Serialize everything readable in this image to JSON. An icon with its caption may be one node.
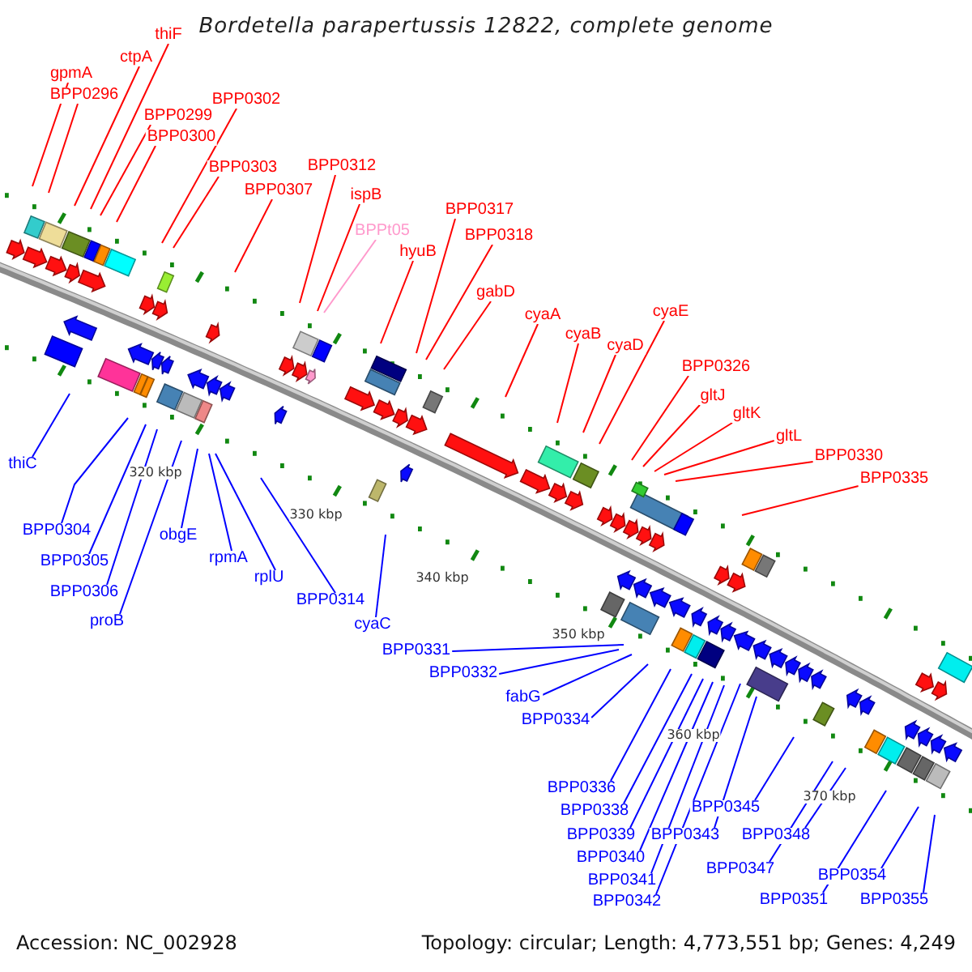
{
  "diagram": {
    "title": "Bordetella parapertussis 12822, complete genome",
    "nodes": [
      {
        "text": [
          "thiF"
        ]
      },
      {
        "text": [
          "ctpA"
        ]
      },
      {
        "text": [
          "gpmA"
        ]
      },
      {
        "text": [
          "BPP0296"
        ]
      },
      {
        "text": [
          "BPP0299"
        ]
      },
      {
        "text": [
          "BPP0300"
        ]
      },
      {
        "text": [
          "BPP0302"
        ]
      },
      {
        "text": [
          "BPP0303"
        ]
      },
      {
        "text": [
          "BPP0307"
        ]
      },
      {
        "text": [
          "BPP0312"
        ]
      },
      {
        "text": [
          "ispB"
        ]
      },
      {
        "text": [
          "BPPt05"
        ]
      },
      {
        "text": [
          "hyuB"
        ]
      },
      {
        "text": [
          "BPP0317"
        ]
      },
      {
        "text": [
          "BPP0318"
        ]
      },
      {
        "text": [
          "gabD"
        ]
      },
      {
        "text": [
          "cyaA"
        ]
      },
      {
        "text": [
          "cyaB"
        ]
      },
      {
        "text": [
          "cyaD"
        ]
      },
      {
        "text": [
          "cyaE"
        ]
      },
      {
        "text": [
          "BPP0326"
        ]
      },
      {
        "text": [
          "gltJ"
        ]
      },
      {
        "text": [
          "gltK"
        ]
      },
      {
        "text": [
          "gltL"
        ]
      },
      {
        "text": [
          "BPP0330"
        ]
      },
      {
        "text": [
          "BPP0335"
        ]
      },
      {
        "text": [
          "thiC"
        ]
      },
      {
        "text": [
          "BPP0304"
        ]
      },
      {
        "text": [
          "BPP0305"
        ]
      },
      {
        "text": [
          "BPP0306"
        ]
      },
      {
        "text": [
          "proB"
        ]
      },
      {
        "text": [
          "obgE"
        ]
      },
      {
        "text": [
          "rpmA"
        ]
      },
      {
        "text": [
          "rplU"
        ]
      },
      {
        "text": [
          "BPP0314"
        ]
      },
      {
        "text": [
          "cyaC"
        ]
      },
      {
        "text": [
          "BPP0331"
        ]
      },
      {
        "text": [
          "BPP0332"
        ]
      },
      {
        "text": [
          "fabG"
        ]
      },
      {
        "text": [
          "BPP0334"
        ]
      },
      {
        "text": [
          "BPP0336"
        ]
      },
      {
        "text": [
          "BPP0338"
        ]
      },
      {
        "text": [
          "BPP0339"
        ]
      },
      {
        "text": [
          "BPP0340"
        ]
      },
      {
        "text": [
          "BPP0341"
        ]
      },
      {
        "text": [
          "BPP0342"
        ]
      },
      {
        "text": [
          "BPP0343"
        ]
      },
      {
        "text": [
          "BPP0345"
        ]
      },
      {
        "text": [
          "BPP0347"
        ]
      },
      {
        "text": [
          "BPP0348"
        ]
      },
      {
        "text": [
          "BPP0351"
        ]
      },
      {
        "text": [
          "BPP0354"
        ]
      },
      {
        "text": [
          "BPP0355"
        ]
      }
    ],
    "edges": [
      {
        "from": 0,
        "to": null,
        "arrow": "none",
        "color": "#ff0000"
      },
      {
        "from": 1,
        "to": null,
        "arrow": "none",
        "color": "#ff0000"
      },
      {
        "from": 2,
        "to": null,
        "arrow": "none",
        "color": "#ff0000"
      },
      {
        "from": 3,
        "to": null,
        "arrow": "none",
        "color": "#ff0000"
      },
      {
        "from": 4,
        "to": null,
        "arrow": "none",
        "color": "#ff0000"
      },
      {
        "from": 5,
        "to": null,
        "arrow": "none",
        "color": "#ff0000"
      },
      {
        "from": 6,
        "to": null,
        "arrow": "none",
        "color": "#ff0000"
      },
      {
        "from": 7,
        "to": null,
        "arrow": "none",
        "color": "#ff0000"
      },
      {
        "from": 8,
        "to": null,
        "arrow": "none",
        "color": "#ff0000"
      },
      {
        "from": 9,
        "to": null,
        "arrow": "none",
        "color": "#ff0000"
      },
      {
        "from": 10,
        "to": null,
        "arrow": "none",
        "color": "#ff0000"
      },
      {
        "from": 11,
        "to": null,
        "arrow": "none",
        "color": "#ff99cc"
      },
      {
        "from": 12,
        "to": null,
        "arrow": "none",
        "color": "#ff0000"
      },
      {
        "from": 13,
        "to": null,
        "arrow": "none",
        "color": "#ff0000"
      },
      {
        "from": 14,
        "to": null,
        "arrow": "none",
        "color": "#ff0000"
      },
      {
        "from": 15,
        "to": null,
        "arrow": "none",
        "color": "#ff0000"
      },
      {
        "from": 16,
        "to": null,
        "arrow": "none",
        "color": "#ff0000"
      },
      {
        "from": 17,
        "to": null,
        "arrow": "none",
        "color": "#ff0000"
      },
      {
        "from": 18,
        "to": null,
        "arrow": "none",
        "color": "#ff0000"
      },
      {
        "from": 19,
        "to": null,
        "arrow": "none",
        "color": "#ff0000"
      },
      {
        "from": 20,
        "to": null,
        "arrow": "none",
        "color": "#ff0000"
      },
      {
        "from": 21,
        "to": null,
        "arrow": "none",
        "color": "#ff0000"
      },
      {
        "from": 22,
        "to": null,
        "arrow": "none",
        "color": "#ff0000"
      },
      {
        "from": 23,
        "to": null,
        "arrow": "none",
        "color": "#ff0000"
      },
      {
        "from": 24,
        "to": null,
        "arrow": "none",
        "color": "#ff0000"
      },
      {
        "from": 25,
        "to": null,
        "arrow": "none",
        "color": "#ff0000"
      },
      {
        "from": 26,
        "to": null,
        "arrow": "none"
      },
      {
        "from": 27,
        "to": null,
        "arrow": "none"
      },
      {
        "from": 28,
        "to": null,
        "arrow": "none"
      },
      {
        "from": 29,
        "to": null,
        "arrow": "none"
      },
      {
        "from": 30,
        "to": null,
        "arrow": "none"
      },
      {
        "from": 31,
        "to": null,
        "arrow": "none"
      },
      {
        "from": 32,
        "to": null,
        "arrow": "none"
      },
      {
        "from": 33,
        "to": null,
        "arrow": "none"
      },
      {
        "from": 34,
        "to": null,
        "arrow": "none"
      },
      {
        "from": 35,
        "to": null,
        "arrow": "none"
      },
      {
        "from": 36,
        "to": null,
        "arrow": "none"
      },
      {
        "from": 37,
        "to": null,
        "arrow": "none"
      },
      {
        "from": 38,
        "to": null,
        "arrow": "none"
      },
      {
        "from": 39,
        "to": null,
        "arrow": "none"
      },
      {
        "from": 40,
        "to": null,
        "arrow": "none"
      },
      {
        "from": 41,
        "to": null,
        "arrow": "none"
      },
      {
        "from": 42,
        "to": null,
        "arrow": "none"
      },
      {
        "from": 43,
        "to": null,
        "arrow": "none"
      },
      {
        "from": 44,
        "to": null,
        "arrow": "none"
      },
      {
        "from": 45,
        "to": null,
        "arrow": "none"
      },
      {
        "from": 46,
        "to": null,
        "arrow": "none"
      },
      {
        "from": 47,
        "to": null,
        "arrow": "none"
      },
      {
        "from": 48,
        "to": null,
        "arrow": "none"
      },
      {
        "from": 49,
        "to": null,
        "arrow": "none"
      },
      {
        "from": 50,
        "to": null,
        "arrow": "none"
      },
      {
        "from": 51,
        "to": null,
        "arrow": "none"
      },
      {
        "from": 52,
        "to": null,
        "arrow": "none"
      }
    ],
    "labels": [
      "320 kbp",
      "330 kbp",
      "340 kbp",
      "350 kbp",
      "360 kbp",
      "370 kbp",
      "Accession: NC_002928",
      "Topology: circular; Length: 4,773,551 bp; Genes: 4,249"
    ]
  }
}
